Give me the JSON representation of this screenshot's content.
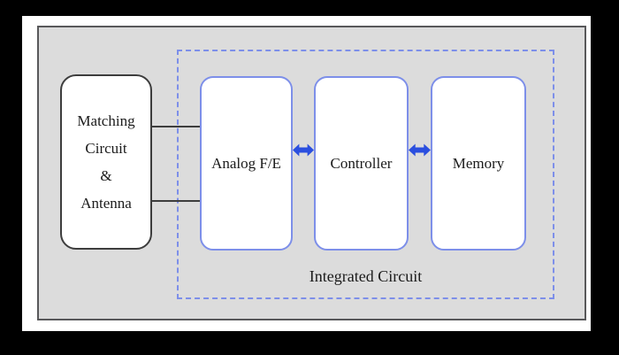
{
  "colors": {
    "canvas_bg": "#000000",
    "mat_bg": "#ffffff",
    "panel_bg": "#dcdcdc",
    "panel_border": "#58585a",
    "block_bg": "#ffffff",
    "dark_border": "#3d3d3d",
    "blue_border": "#7d8fe9",
    "arrow_blue": "#2b4fdf",
    "text": "#1b1b1b"
  },
  "blocks": {
    "matching_antenna": {
      "lines": [
        "Matching",
        "Circuit",
        "&",
        "Antenna"
      ]
    },
    "analog_fe": {
      "label": "Analog F/E"
    },
    "controller": {
      "label": "Controller"
    },
    "memory": {
      "label": "Memory"
    }
  },
  "ic_group": {
    "label": "Integrated Circuit"
  },
  "icons": {
    "left_link": "bidirectional-arrow-icon",
    "right_link": "bidirectional-arrow-icon"
  }
}
